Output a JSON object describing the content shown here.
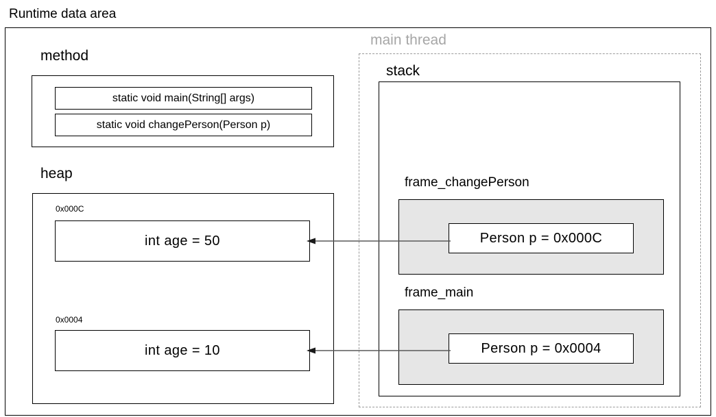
{
  "title": "Runtime data area",
  "left_column": {
    "method_section": {
      "label": "method",
      "entries": [
        {
          "signature": "static void main(String[] args)"
        },
        {
          "signature": "static void changePerson(Person p)"
        }
      ]
    },
    "heap_section": {
      "label": "heap",
      "objects": [
        {
          "address": "0x000C",
          "content": "int age  =  50"
        },
        {
          "address": "0x0004",
          "content": "int age  =  10"
        }
      ]
    }
  },
  "right_column": {
    "thread_label": "main thread",
    "stack_section": {
      "label": "stack",
      "frames": [
        {
          "name": "frame_changePerson",
          "variable": "Person p  =  0x000C"
        },
        {
          "name": "frame_main",
          "variable": "Person p  =  0x0004"
        }
      ]
    }
  },
  "references": [
    {
      "name": "changePerson-p-to-heap-000C",
      "from": "frame_changePerson.variable",
      "to": "heap.0x000C"
    },
    {
      "name": "main-p-to-heap-0004",
      "from": "frame_main.variable",
      "to": "heap.0x0004"
    }
  ],
  "colors": {
    "stroke": "#000000",
    "dashed_stroke": "#9a9a9a",
    "frame_fill": "#e6e6e6",
    "thread_label": "#a6a6a6",
    "arrow": "#595959",
    "background": "#ffffff"
  }
}
